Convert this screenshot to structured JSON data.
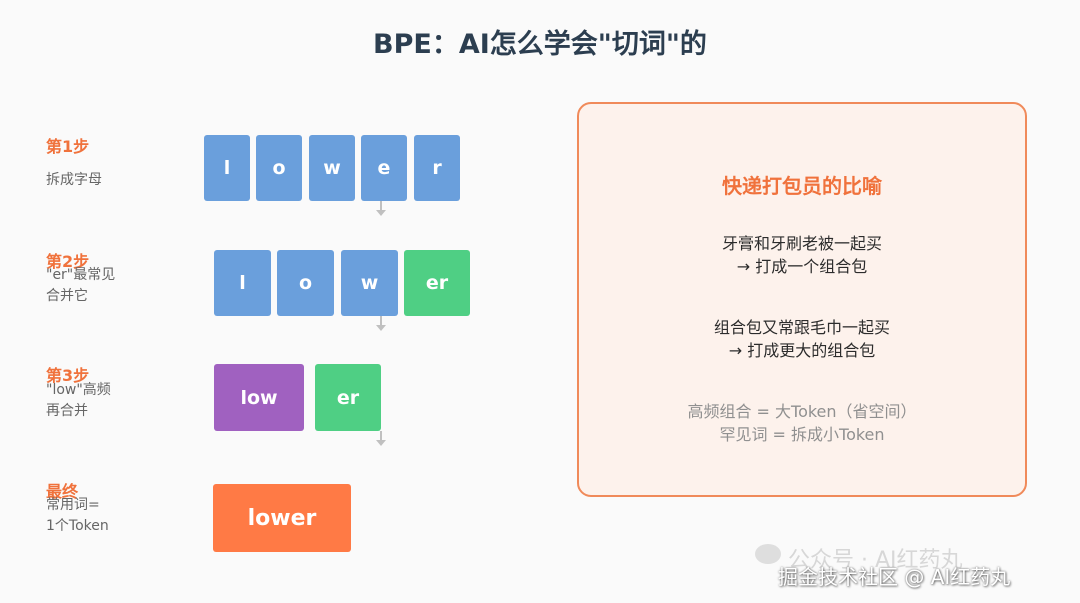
{
  "title": "BPE：AI怎么学会\"切词\"的",
  "steps": [
    {
      "label": "第1步",
      "desc": [
        "拆成字母"
      ],
      "tokens": [
        "l",
        "o",
        "w",
        "e",
        "r"
      ]
    },
    {
      "label": "第2步",
      "desc": [
        "\"er\"最常见",
        "合并它"
      ],
      "tokens": [
        "l",
        "o",
        "w",
        "er"
      ]
    },
    {
      "label": "第3步",
      "desc": [
        "\"low\"高频",
        "再合并"
      ],
      "tokens": [
        "low",
        "er"
      ]
    },
    {
      "label": "最终",
      "desc": [
        "常用词=",
        "1个Token"
      ],
      "tokens": [
        "lower"
      ]
    }
  ],
  "token_colors": {
    "letter": "#6a9fdc",
    "er": "#4fcf84",
    "low": "#a061c0",
    "final": "#ff7a45"
  },
  "analogy": {
    "title": "快递打包员的比喻",
    "block1": [
      "牙膏和牙刷老被一起买",
      "→ 打成一个组合包"
    ],
    "block2": [
      "组合包又常跟毛巾一起买",
      "→ 打成更大的组合包"
    ],
    "note": [
      "高频组合 = 大Token（省空间）",
      "罕见词 = 拆成小Token"
    ]
  },
  "watermark": "公众号 · AI红药丸",
  "credit": "掘金技术社区 @ AI红药丸"
}
